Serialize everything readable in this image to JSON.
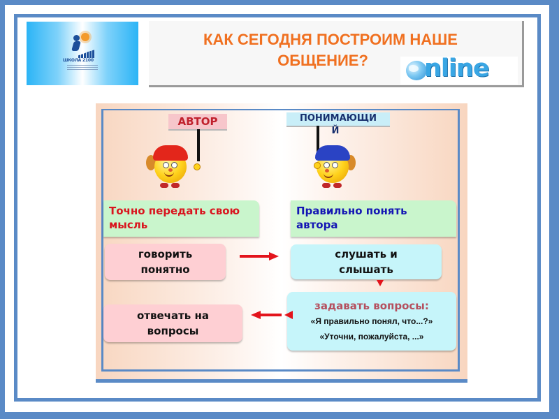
{
  "slide": {
    "title": "КАК СЕГОДНЯ ПОСТРОИМ НАШЕ ОБЩЕНИЕ?",
    "title_line1": "КАК СЕГОДНЯ ПОСТРОИМ НАШЕ",
    "title_line2": "ОБЩЕНИЕ?",
    "logo_text": "ШКОЛА 2100",
    "online_badge": "nline",
    "colors": {
      "frame": "#5a8ac6",
      "title": "#f07020",
      "author_goal": "#d9141e",
      "listener_goal": "#1416b4",
      "arrow": "#e3141c"
    }
  },
  "diagram": {
    "author": {
      "sign": "АВТОР",
      "goal": "Точно передать свою мысль",
      "actions": [
        "говорить понятно",
        "отвечать на вопросы"
      ]
    },
    "listener": {
      "sign": "ПОНИМАЮЩИ",
      "sign_wrap": "Й",
      "goal": "Правильно понять автора",
      "actions": [
        "слушать и слышать"
      ],
      "ask": {
        "title": "задавать вопросы:",
        "quotes": [
          "«Я правильно понял, что...?»",
          "«Уточни, пожалуйста, ...»"
        ]
      }
    },
    "icons": [
      "arrow-right-icon",
      "arrow-left-icon",
      "arrow-down-icon",
      "author-character-icon",
      "listener-character-icon",
      "globe-icon"
    ]
  }
}
